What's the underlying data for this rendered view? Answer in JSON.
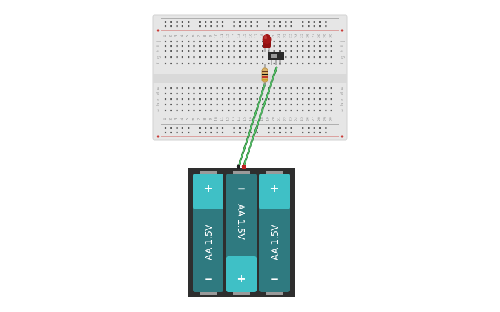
{
  "breadboard": {
    "plus_sign": "+",
    "minus_sign": "-",
    "row_letters_top": [
      "j",
      "i",
      "h",
      "g",
      "f"
    ],
    "row_letters_bottom": [
      "e",
      "d",
      "c",
      "b",
      "a"
    ],
    "column_count": 30
  },
  "battery_pack": {
    "cells": [
      {
        "label": "AA 1.5V",
        "top_sign": "+",
        "bottom_sign": "−",
        "orientation": "plus-top"
      },
      {
        "label": "AA 1.5V",
        "top_sign": "−",
        "bottom_sign": "+",
        "orientation": "minus-top"
      },
      {
        "label": "AA 1.5V",
        "top_sign": "+",
        "bottom_sign": "−",
        "orientation": "plus-top"
      }
    ]
  },
  "colors": {
    "board": "#e8e8e8",
    "rail_red": "#c8302c",
    "rail_dark": "#555555",
    "hole": "#5a5a5a",
    "led": "#9b1414",
    "wire": "#3eaa52",
    "cell_body": "#2f7a80",
    "cell_cap": "#3fc0c6",
    "holder": "#2e2e2e"
  },
  "icons": [
    "led-icon",
    "resistor-icon",
    "slide-switch-icon",
    "battery-holder-icon"
  ]
}
